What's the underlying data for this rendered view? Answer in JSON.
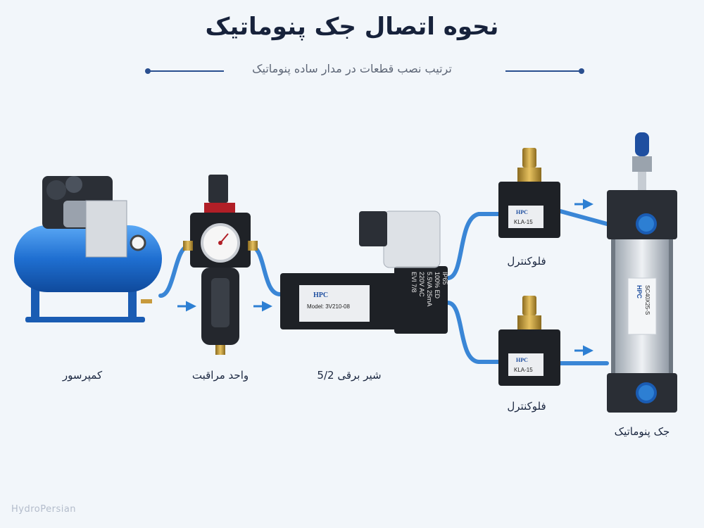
{
  "header": {
    "title": "نحوه اتصال جک پنوماتیک",
    "subtitle": "ترتیب نصب قطعات در مدار ساده پنوماتیک"
  },
  "components": {
    "compressor": "کمپرسور",
    "service_unit": "واحد مراقبت",
    "solenoid_valve": "شیر برقی 5/2",
    "flow_control_top": "فلوکنترل",
    "flow_control_bottom": "فلوکنترل",
    "cylinder": "جک پنوماتیک"
  },
  "device_markings": {
    "valve_brand": "HPC",
    "valve_model": "Model: 3V210-08",
    "coil_text": [
      "EVI 7/8",
      "220V AC",
      "5.5VA 25mA",
      "100% ED",
      "IP65"
    ],
    "flow_control_brand": "HPC",
    "flow_control_model": "KLA-15",
    "cylinder_brand": "HPC",
    "cylinder_model": "SC40X25-S"
  },
  "watermark": "HydroPersian",
  "colors": {
    "accent": "#2a4f8f",
    "compressor_blue": "#1f6fd1",
    "tube_blue": "#3a86d6",
    "arrow_blue": "#2d7fd3"
  }
}
